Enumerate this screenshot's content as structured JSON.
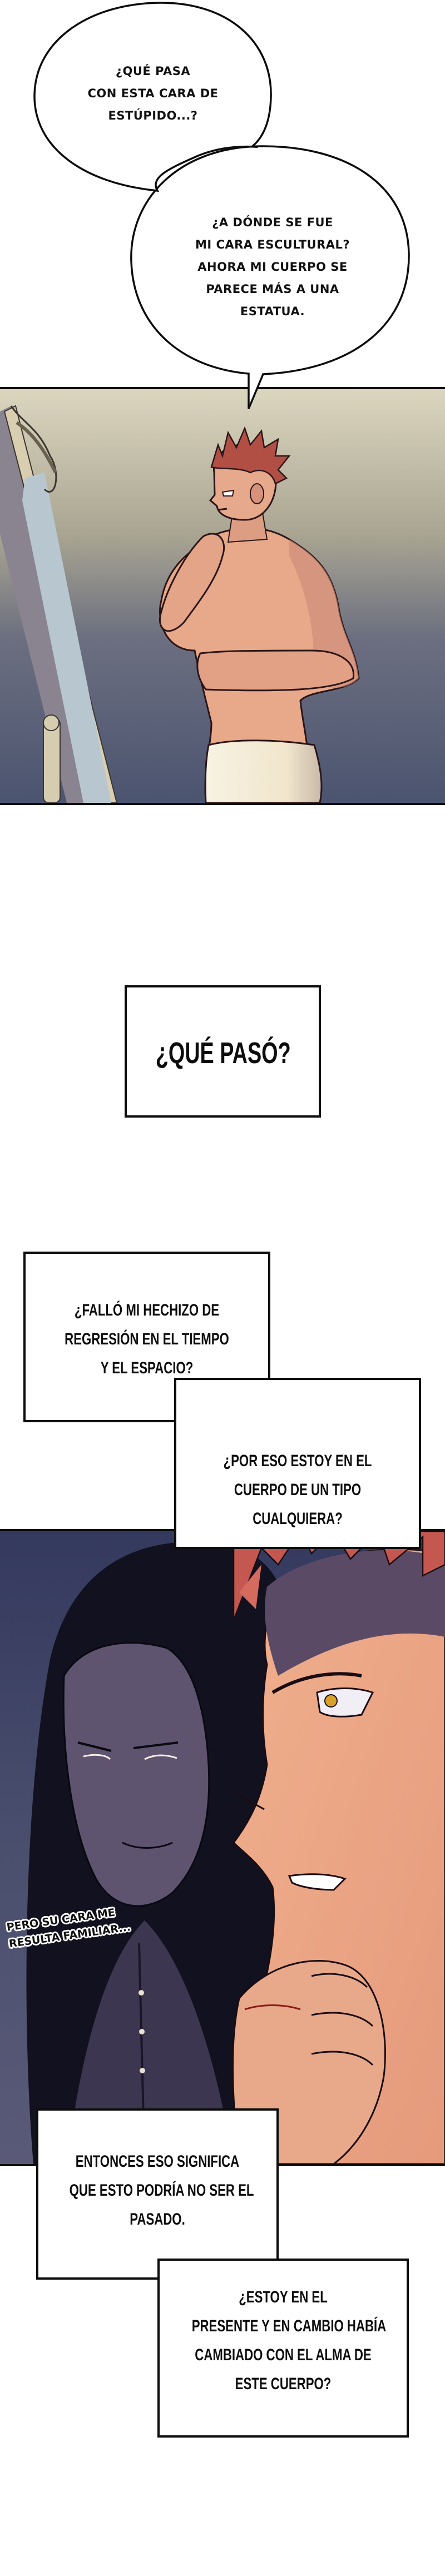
{
  "page": {
    "type": "webtoon-strip",
    "background": "#ffffff",
    "accent_colors": {
      "panel_border": "#0d0d0d",
      "panel1_bg_top": "#dcd6bf",
      "panel1_bg_bottom": "#4b5470",
      "panel2_bg": "#34395e",
      "skin": "#e8a98a",
      "hair_red": "#c4574f",
      "towel": "#f5eedb"
    }
  },
  "speech_bubbles": [
    {
      "id": "bubble-1",
      "lines": [
        "¿QUÉ PASA",
        "CON ESTA CARA DE",
        "ESTÚPIDO...?"
      ]
    },
    {
      "id": "bubble-2",
      "lines": [
        "¿A DÓNDE SE FUE",
        "MI CARA ESCULTURAL?",
        "AHORA MI CUERPO SE",
        "PARECE MÁS A UNA",
        "ESTATUA."
      ]
    }
  ],
  "panels": [
    {
      "id": "panel-mirror",
      "description": "red-haired shirtless man in towel touching his chin in front of an ornate mirror"
    },
    {
      "id": "panel-closeup",
      "description": "close-up of long black-haired man behind red-haired man gripping his chin"
    }
  ],
  "captions": [
    {
      "id": "caption-que-paso",
      "lines": [
        "¿QUÉ PASÓ?"
      ]
    },
    {
      "id": "caption-regresion",
      "lines": [
        "¿FALLÓ MI HECHIZO DE",
        "REGRESIÓN EN EL TIEMPO",
        "Y EL ESPACIO?"
      ]
    },
    {
      "id": "caption-cuerpo",
      "lines": [
        "¿POR ESO ESTOY EN EL",
        "CUERPO DE UN TIPO",
        "CUALQUIERA?"
      ]
    },
    {
      "id": "caption-pasado",
      "lines": [
        "ENTONCES ESO SIGNIFICA",
        "QUE ESTO PODRÍA NO SER EL",
        "PASADO."
      ]
    },
    {
      "id": "caption-presente",
      "lines": [
        "¿ESTOY EN EL",
        "PRESENTE Y EN CAMBIO HABÍA",
        "CAMBIADO CON EL ALMA DE",
        "ESTE CUERPO?"
      ]
    }
  ],
  "whisper_text": {
    "lines": [
      "PERO SU CARA ME",
      "RESULTA FAMILIAR..."
    ]
  }
}
